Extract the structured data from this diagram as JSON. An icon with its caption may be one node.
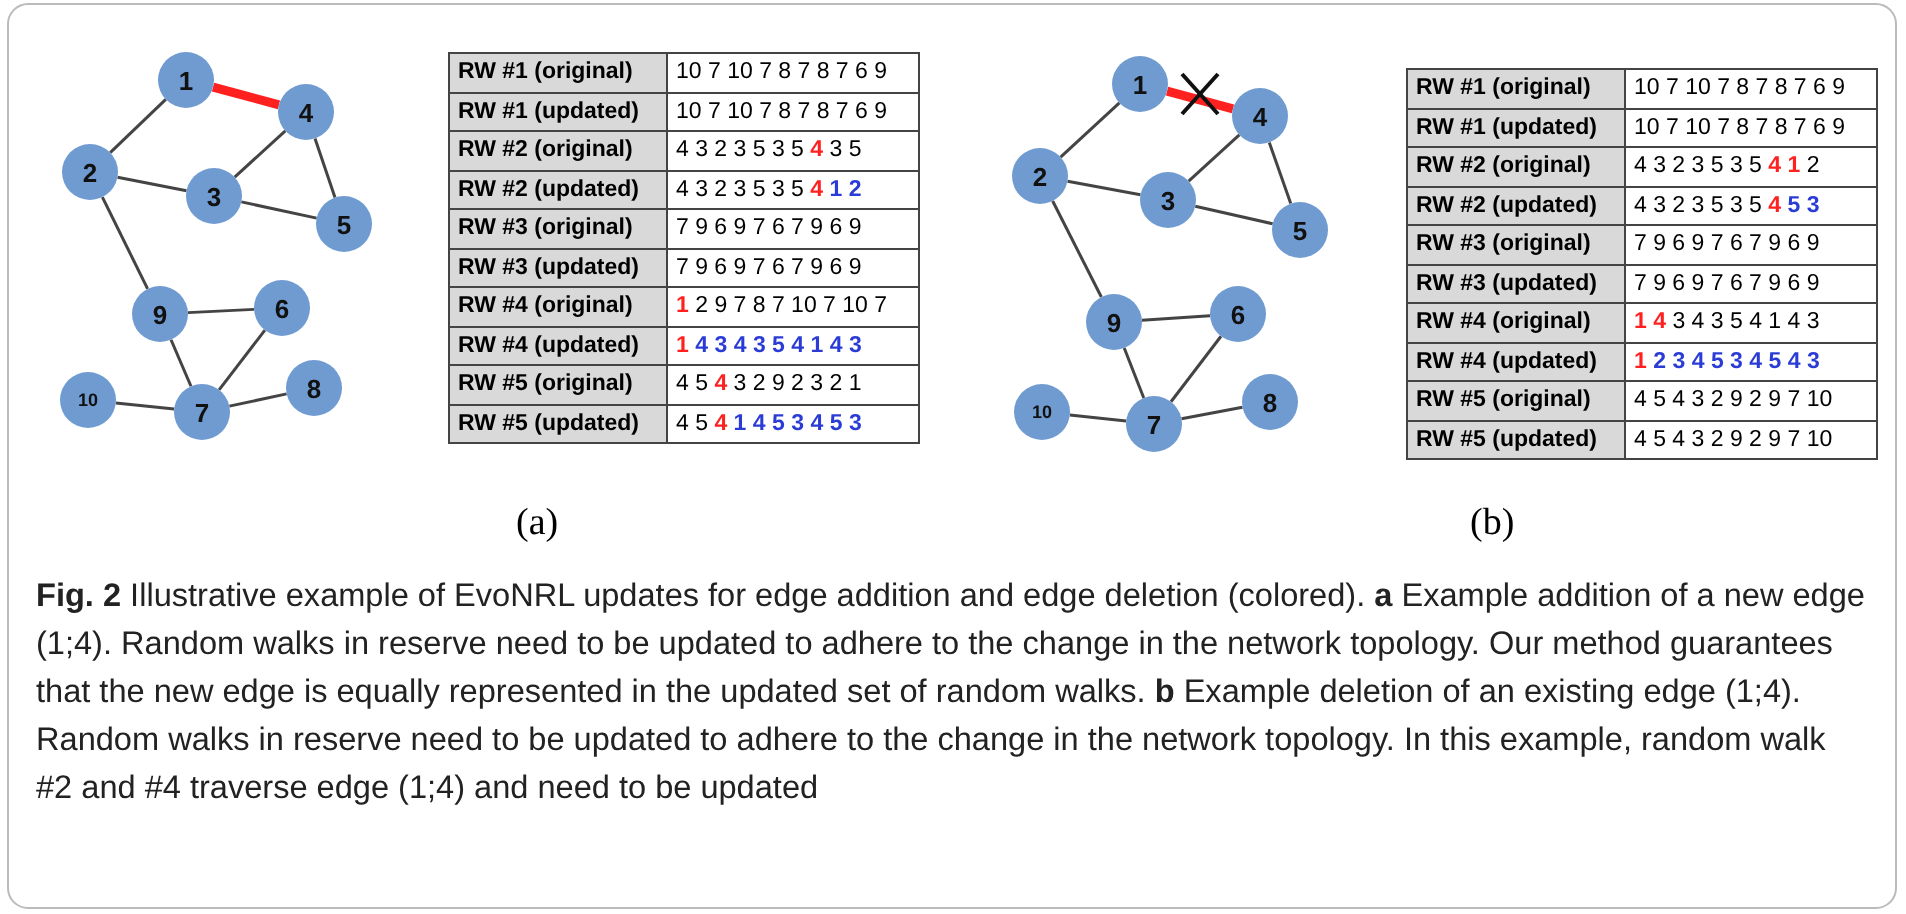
{
  "diagram": {
    "caption": "**Fig. 2**  Illustrative example of EvoNRL updates for edge addition and edge deletion (colored). **a** Example addition of a new edge (1;4). Random walks in reserve need to be updated to adhere to the change in the network topology. Our method guarantees that the new edge is equally represented in the updated set of random walks. **b** Example deletion of an existing edge (1;4). Random walks in reserve need to be updated to adhere to the change in the network topology. In this example, random walk #2 and #4 traverse edge (1;4) and need to be updated",
    "nodes": [
      {
        "text": [
          "1"
        ]
      },
      {
        "text": [
          "2"
        ]
      },
      {
        "text": [
          "3"
        ]
      },
      {
        "text": [
          "4"
        ]
      },
      {
        "text": [
          "5"
        ]
      },
      {
        "text": [
          "6"
        ]
      },
      {
        "text": [
          "7"
        ]
      },
      {
        "text": [
          "8"
        ]
      },
      {
        "text": [
          "9"
        ]
      },
      {
        "text": [
          "10"
        ]
      },
      {
        "text": [
          "1"
        ]
      },
      {
        "text": [
          "2"
        ]
      },
      {
        "text": [
          "3"
        ]
      },
      {
        "text": [
          "4"
        ]
      },
      {
        "text": [
          "5"
        ]
      },
      {
        "text": [
          "6"
        ]
      },
      {
        "text": [
          "7"
        ]
      },
      {
        "text": [
          "8"
        ]
      },
      {
        "text": [
          "9"
        ]
      },
      {
        "text": [
          "10"
        ]
      }
    ],
    "edges": [
      {
        "from": 0,
        "to": 1,
        "arrow": "none"
      },
      {
        "from": 0,
        "to": 3,
        "arrow": "none",
        "style": "thick",
        "color": "#ff2020"
      },
      {
        "from": 1,
        "to": 2,
        "arrow": "none"
      },
      {
        "from": 1,
        "to": 8,
        "arrow": "none"
      },
      {
        "from": 2,
        "to": 3,
        "arrow": "none"
      },
      {
        "from": 2,
        "to": 4,
        "arrow": "none"
      },
      {
        "from": 3,
        "to": 4,
        "arrow": "none"
      },
      {
        "from": 8,
        "to": 5,
        "arrow": "none"
      },
      {
        "from": 8,
        "to": 6,
        "arrow": "none"
      },
      {
        "from": 5,
        "to": 6,
        "arrow": "none"
      },
      {
        "from": 9,
        "to": 6,
        "arrow": "none"
      },
      {
        "from": 6,
        "to": 7,
        "arrow": "none"
      },
      {
        "from": 10,
        "to": 11,
        "arrow": "none"
      },
      {
        "from": 10,
        "to": 13,
        "arrow": "none",
        "style": "thick",
        "color": "#ff2020"
      },
      {
        "from": 11,
        "to": 12,
        "arrow": "none"
      },
      {
        "from": 11,
        "to": 18,
        "arrow": "none"
      },
      {
        "from": 12,
        "to": 13,
        "arrow": "none"
      },
      {
        "from": 12,
        "to": 14,
        "arrow": "none"
      },
      {
        "from": 13,
        "to": 14,
        "arrow": "none"
      },
      {
        "from": 18,
        "to": 15,
        "arrow": "none"
      },
      {
        "from": 18,
        "to": 16,
        "arrow": "none"
      },
      {
        "from": 15,
        "to": 16,
        "arrow": "none"
      },
      {
        "from": 19,
        "to": 16,
        "arrow": "none"
      },
      {
        "from": 16,
        "to": 17,
        "arrow": "none"
      }
    ],
    "labels": [
      "RW #1 (original)",
      "10 7 10 7 8 7 8 7 6 9",
      "RW #1 (updated)",
      "10 7 10 7 8 7 8 7 6 9",
      "RW #2 (original)",
      "4 3 2 3 5 3 5 *4* 3 5",
      "RW #2 (updated)",
      "4 3 2 3 5 3 5 *4* **1** **2**",
      "RW #3 (original)",
      "7 9 6 9 7 6 7 9 6 9",
      "RW #3 (updated)",
      "7 9 6 9 7 6 7 9 6 9",
      "RW #4 (original)",
      "*1* 2 9 7 8 7 10 7 10 7",
      "RW #4 (updated)",
      "*1* **4** **3** **4** **3** **5** **4** **1** **4** **3**",
      "RW #5 (original)",
      "4 5 *4* 3 2 9 2 3 2 1",
      "RW #5 (updated)",
      "4 5 *4* **1** **4** **5** **3** **4** **5** **3**",
      "RW #1 (original)",
      "10 7 10 7 8 7 8 7 6 9",
      "RW #1 (updated)",
      "10 7 10 7 8 7 8 7 6 9",
      "RW #2 (original)",
      "4 3 2 3 5 3 5 *4* *1* 2",
      "RW #2 (updated)",
      "4 3 2 3 5 3 5 *4* **5** **3**",
      "RW #3 (original)",
      "7 9 6 9 7 6 7 9 6 9",
      "RW #3 (updated)",
      "7 9 6 9 7 6 7 9 6 9",
      "RW #4 (original)",
      "*1* *4* 3 4 3 5 4 1 4 3",
      "RW #4 (updated)",
      "*1* **2** **3** **4** **5** **3** **4** **5** **4** **3**",
      "RW #5 (original)",
      "4 5 4 3 2 9 2 9 7 10",
      "RW #5 (updated)",
      "4 5 4 3 2 9 2 9 7 10",
      "(a)",
      "(b)"
    ]
  }
}
